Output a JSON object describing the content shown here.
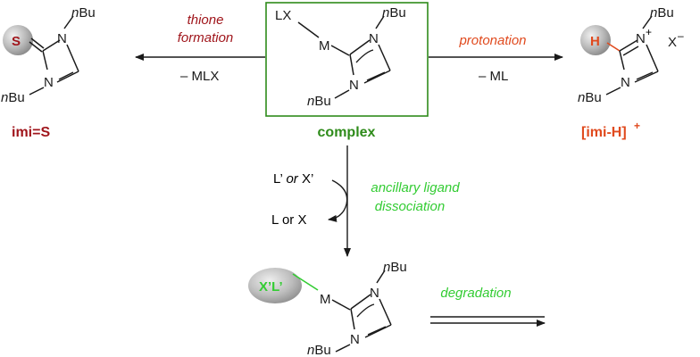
{
  "colors": {
    "dark_red": "#a0161c",
    "orange_red": "#e04a1e",
    "green": "#2e8b1a",
    "light_green": "#33cc33",
    "sphere": "#b8b8b8",
    "line": "#1a1a1a"
  },
  "complex": {
    "lx": "LX",
    "metal": "M",
    "n_upper": "N",
    "n_lower": "N",
    "nbu_top_prefix": "n",
    "nbu_top_main": "Bu",
    "nbu_bottom_prefix": "n",
    "nbu_bottom_main": "Bu",
    "caption": "complex"
  },
  "left_product": {
    "sulfur": "S",
    "n_upper": "N",
    "n_lower": "N",
    "nbu_top_prefix": "n",
    "nbu_top_main": "Bu",
    "nbu_bottom_prefix": "n",
    "nbu_bottom_main": "Bu",
    "caption": "imi=S"
  },
  "left_arrow": {
    "label_line1": "thione",
    "label_line2": "formation",
    "byproduct": "– MLX"
  },
  "right_arrow": {
    "label": "protonation",
    "byproduct": "– ML"
  },
  "right_product": {
    "hydrogen": "H",
    "n_upper": "N",
    "charge": "+",
    "n_lower": "N",
    "counterion": "X",
    "counterion_charge": "–",
    "nbu_top_prefix": "n",
    "nbu_top_main": "Bu",
    "nbu_bottom_prefix": "n",
    "nbu_bottom_main": "Bu",
    "caption_main": "[imi-H]",
    "caption_charge": "+"
  },
  "down_arrow": {
    "in_ligand_l": "L’",
    "in_ligand_or": "or",
    "in_ligand_x": "X’",
    "out_ligands": "L or X",
    "label_line1": "ancillary ligand",
    "label_line2": "dissociation"
  },
  "bottom_complex": {
    "ligand_label": "X’L’",
    "metal": "M",
    "n_upper": "N",
    "n_lower": "N",
    "nbu_top_prefix": "n",
    "nbu_top_main": "Bu",
    "nbu_bottom_prefix": "n",
    "nbu_bottom_main": "Bu"
  },
  "degradation_arrow": {
    "label": "degradation"
  }
}
